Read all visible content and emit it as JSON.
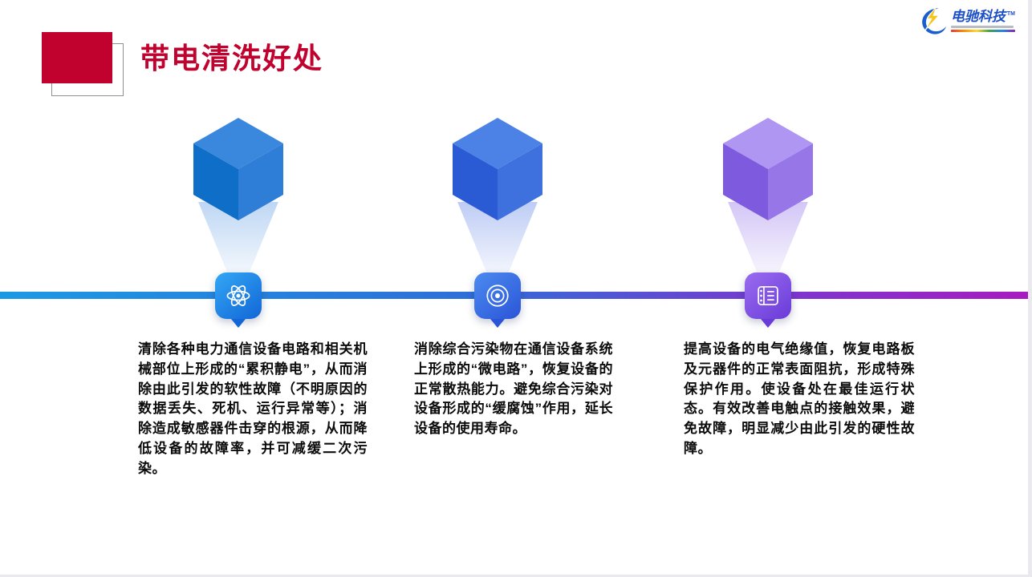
{
  "slide": {
    "title": "带电清洗好处",
    "title_color": "#C1022F",
    "accent_color": "#C1022F",
    "background": "#FFFFFF"
  },
  "logo": {
    "name": "电驰科技",
    "tm": "TM",
    "swoosh_color": "#1A5FD0",
    "bolt_color": "#F5C518"
  },
  "timeline": {
    "stops": [
      "#1B9AE4 0%",
      "#2E6FD9 45%",
      "#7F35CE 78%",
      "#A81BC0 100%"
    ]
  },
  "items": [
    {
      "icon": "atom-icon",
      "cube": {
        "top": "#3A87DE",
        "left": "#0E6EC8",
        "right": "#2E7DD6"
      },
      "beam": "#9CC2EE",
      "badge_from": "#33A7F5",
      "badge_to": "#1266D6",
      "text": "清除各种电力通信设备电路和相关机械部位上形成的“累积静电”，从而消除由此引发的软性故障（不明原因的数据丢失、死机、运行异常等）；消除造成敏感器件击穿的根源，从而降低设备的故障率，并可减缓二次污染。"
    },
    {
      "icon": "target-icon",
      "cube": {
        "top": "#4C82E6",
        "left": "#2A5BD4",
        "right": "#3E70DE"
      },
      "beam": "#9CB2F0",
      "badge_from": "#4C8BF0",
      "badge_to": "#2B55D8",
      "text": "消除综合污染物在通信设备系统上形成的“微电路”，恢复设备的正常散热能力。避免综合污染对设备形成的“缓腐蚀”作用，延长设备的使用寿命。"
    },
    {
      "icon": "film-icon",
      "cube": {
        "top": "#AE96F2",
        "left": "#7E5BDE",
        "right": "#9776E8"
      },
      "beam": "#BCA8F2",
      "badge_from": "#9A6CF0",
      "badge_to": "#6A3BD8",
      "text": "提高设备的电气绝缘值，恢复电路板及元器件的正常表面阻抗，形成特殊保护作用。使设备处在最佳运行状态。有效改善电触点的接触效果，避免故障，明显减少由此引发的硬性故障。"
    }
  ]
}
